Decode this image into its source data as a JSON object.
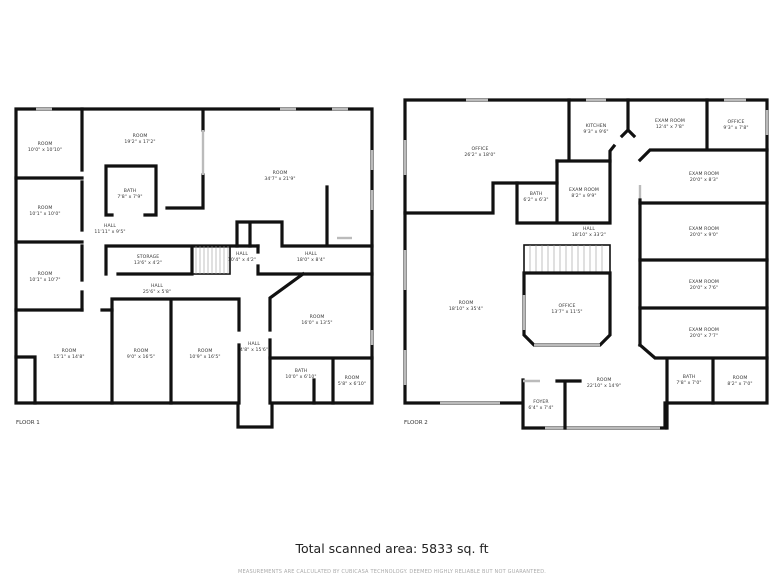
{
  "floors": [
    {
      "label": "FLOOR 1",
      "rooms": [
        {
          "name": "ROOM",
          "size": "10'0\" x 10'10\""
        },
        {
          "name": "ROOM",
          "size": "10'1\" x 10'0\""
        },
        {
          "name": "ROOM",
          "size": "10'1\" x 10'7\""
        },
        {
          "name": "ROOM",
          "size": "19'2\" x 17'2\""
        },
        {
          "name": "BATH",
          "size": "7'8\" x 7'9\""
        },
        {
          "name": "HALL",
          "size": "11'11\" x 9'5\""
        },
        {
          "name": "STORAGE",
          "size": "13'6\" x 4'2\""
        },
        {
          "name": "HALL",
          "size": "25'6\" x 5'8\""
        },
        {
          "name": "ROOM",
          "size": "15'1\" x 14'8\""
        },
        {
          "name": "ROOM",
          "size": "9'0\" x 16'5\""
        },
        {
          "name": "ROOM",
          "size": "10'9\" x 16'5\""
        },
        {
          "name": "ROOM",
          "size": "34'7\" x 21'9\""
        },
        {
          "name": "HALL",
          "size": "10'4\" x 4'2\""
        },
        {
          "name": "HALL",
          "size": "18'0\" x 8'4\""
        },
        {
          "name": "ROOM",
          "size": "16'0\" x 13'5\""
        },
        {
          "name": "HALL",
          "size": "4'8\" x 15'6\""
        },
        {
          "name": "BATH",
          "size": "10'0\" x 6'10\""
        },
        {
          "name": "ROOM",
          "size": "5'8\" x 6'10\""
        }
      ]
    },
    {
      "label": "FLOOR 2",
      "rooms": [
        {
          "name": "OFFICE",
          "size": "26'2\" x 18'0\""
        },
        {
          "name": "KITCHEN",
          "size": "9'3\" x 9'6\""
        },
        {
          "name": "EXAM ROOM",
          "size": "12'4\" x 7'8\""
        },
        {
          "name": "OFFICE",
          "size": "9'3\" x 7'8\""
        },
        {
          "name": "BATH",
          "size": "6'2\" x 6'3\""
        },
        {
          "name": "EXAM ROOM",
          "size": "8'2\" x 9'9\""
        },
        {
          "name": "HALL",
          "size": "18'10\" x 33'2\""
        },
        {
          "name": "ROOM",
          "size": "18'10\" x 35'4\""
        },
        {
          "name": "OFFICE",
          "size": "13'7\" x 11'5\""
        },
        {
          "name": "EXAM ROOM",
          "size": "20'0\" x 8'3\""
        },
        {
          "name": "EXAM ROOM",
          "size": "20'0\" x 9'0\""
        },
        {
          "name": "EXAM ROOM",
          "size": "20'0\" x 7'6\""
        },
        {
          "name": "EXAM ROOM",
          "size": "20'0\" x 7'7\""
        },
        {
          "name": "ROOM",
          "size": "22'10\" x 14'9\""
        },
        {
          "name": "FOYER",
          "size": "6'4\" x 7'4\""
        },
        {
          "name": "BATH",
          "size": "7'8\" x 7'0\""
        },
        {
          "name": "ROOM",
          "size": "8'2\" x 7'0\""
        }
      ]
    }
  ],
  "footer": {
    "total": "Total scanned area: 5833 sq. ft",
    "disclaimer": "MEASUREMENTS ARE CALCULATED BY CUBICASA TECHNOLOGY. DEEMED HIGHLY RELIABLE BUT NOT GUARANTEED."
  }
}
